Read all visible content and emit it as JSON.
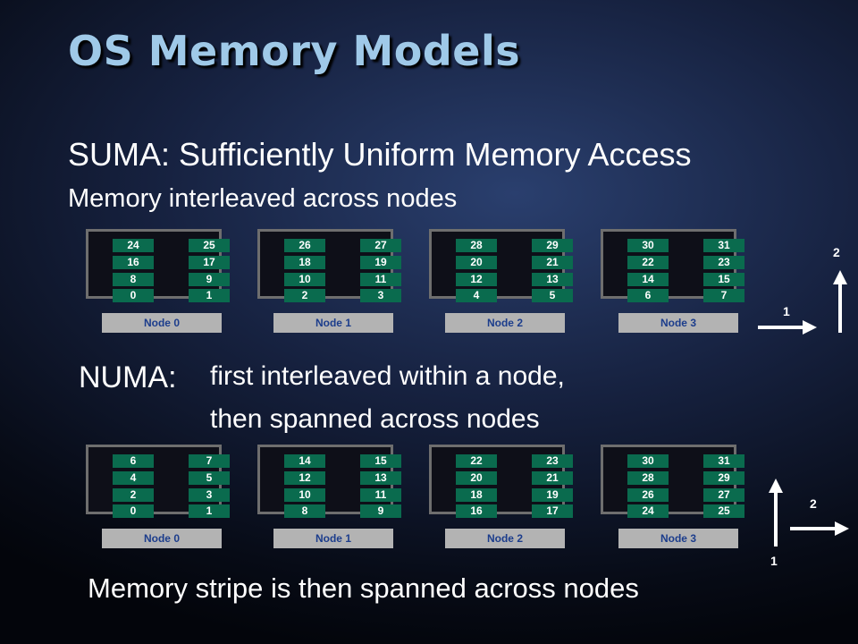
{
  "title": "OS Memory Models",
  "suma": {
    "heading": "SUMA: Sufficiently Uniform Memory Access",
    "subheading": "Memory interleaved across nodes",
    "nodes": [
      {
        "label": "Node 0",
        "rows": [
          [
            "24",
            "25"
          ],
          [
            "16",
            "17"
          ],
          [
            "8",
            "9"
          ],
          [
            "0",
            "1"
          ]
        ]
      },
      {
        "label": "Node 1",
        "rows": [
          [
            "26",
            "27"
          ],
          [
            "18",
            "19"
          ],
          [
            "10",
            "11"
          ],
          [
            "2",
            "3"
          ]
        ]
      },
      {
        "label": "Node 2",
        "rows": [
          [
            "28",
            "29"
          ],
          [
            "20",
            "21"
          ],
          [
            "12",
            "13"
          ],
          [
            "4",
            "5"
          ]
        ]
      },
      {
        "label": "Node 3",
        "rows": [
          [
            "30",
            "31"
          ],
          [
            "22",
            "23"
          ],
          [
            "14",
            "15"
          ],
          [
            "6",
            "7"
          ]
        ]
      }
    ],
    "arrow_h_label": "1",
    "arrow_v_label": "2"
  },
  "numa": {
    "heading": "NUMA:",
    "line1": "first interleaved within a node,",
    "line2": "then spanned across nodes",
    "nodes": [
      {
        "label": "Node 0",
        "rows": [
          [
            "6",
            "7"
          ],
          [
            "4",
            "5"
          ],
          [
            "2",
            "3"
          ],
          [
            "0",
            "1"
          ]
        ]
      },
      {
        "label": "Node 1",
        "rows": [
          [
            "14",
            "15"
          ],
          [
            "12",
            "13"
          ],
          [
            "10",
            "11"
          ],
          [
            "8",
            "9"
          ]
        ]
      },
      {
        "label": "Node 2",
        "rows": [
          [
            "22",
            "23"
          ],
          [
            "20",
            "21"
          ],
          [
            "18",
            "19"
          ],
          [
            "16",
            "17"
          ]
        ]
      },
      {
        "label": "Node 3",
        "rows": [
          [
            "30",
            "31"
          ],
          [
            "28",
            "29"
          ],
          [
            "26",
            "27"
          ],
          [
            "24",
            "25"
          ]
        ]
      }
    ],
    "arrow_v_label": "1",
    "arrow_h_label": "2"
  },
  "footer": "Memory stripe is then spanned across nodes"
}
